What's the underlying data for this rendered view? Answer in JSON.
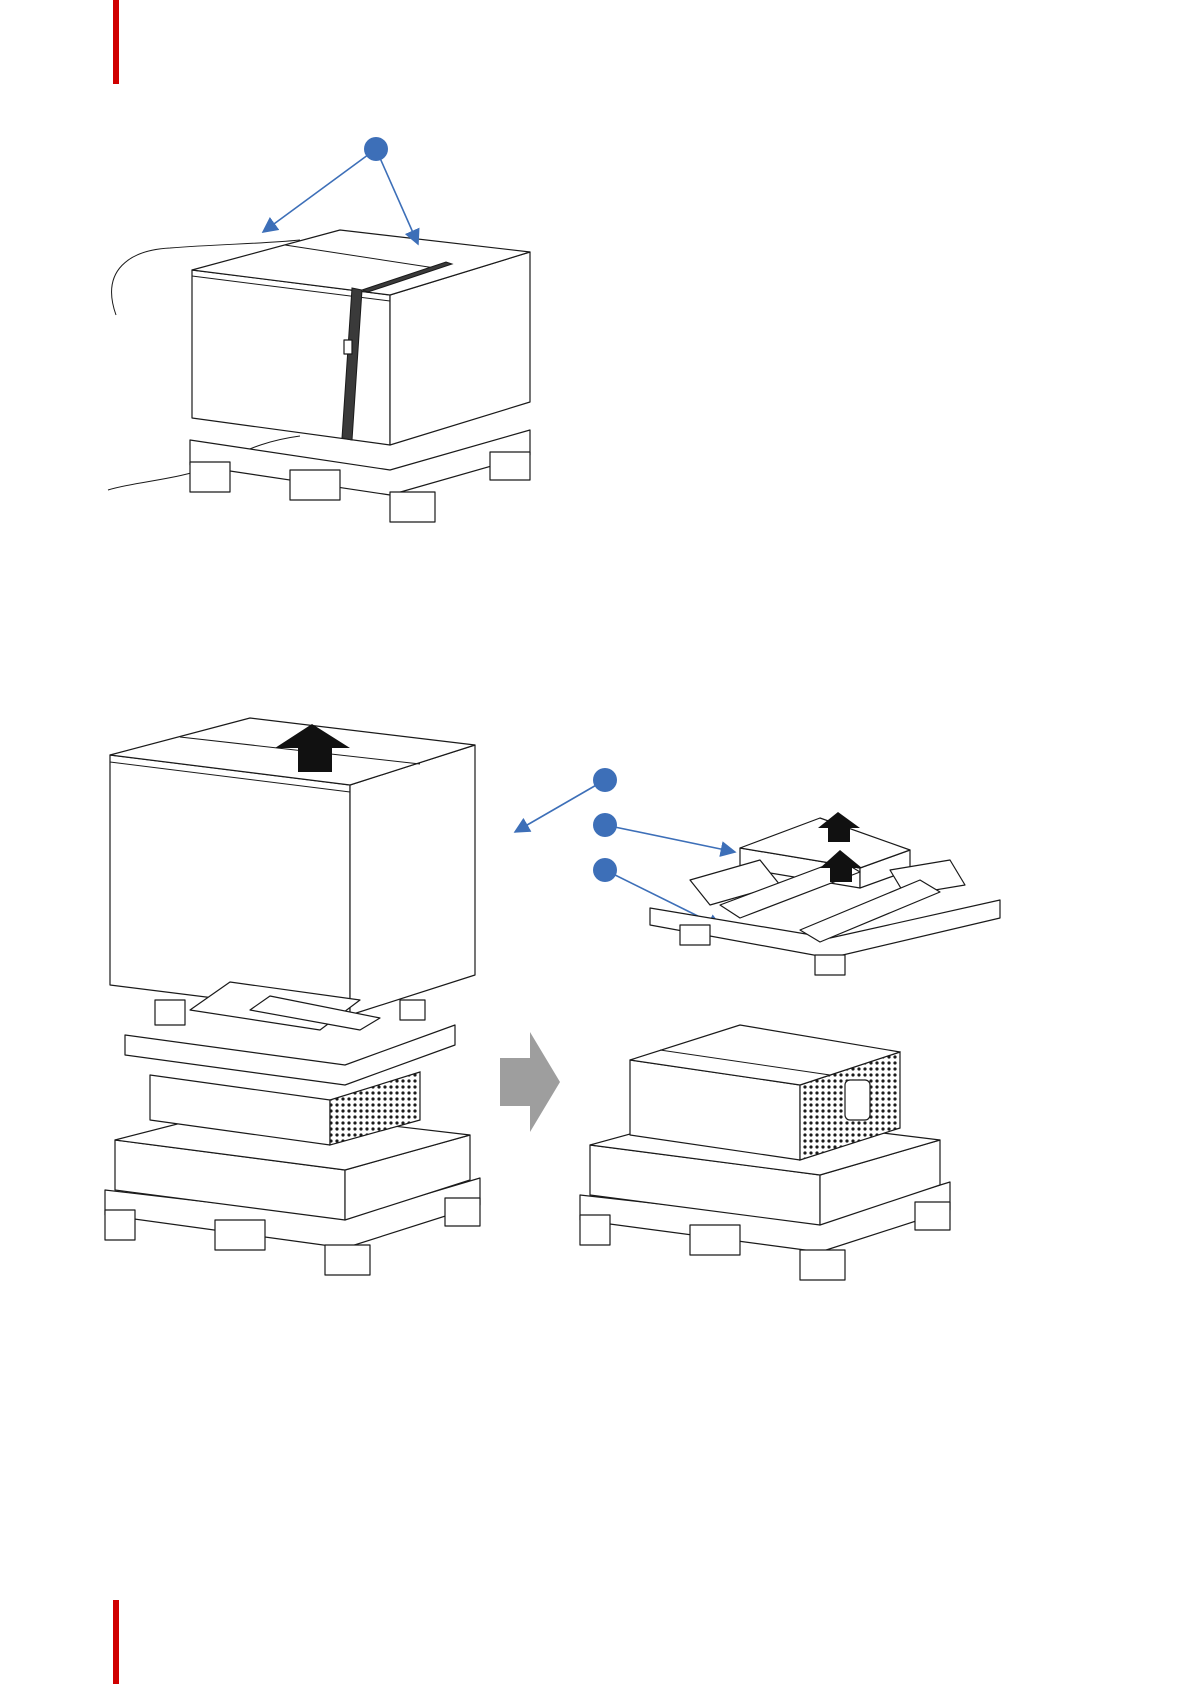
{
  "page": {
    "accent_color": "#d00000",
    "callout_color": "#3d6fb8"
  },
  "figures": {
    "figure1": {
      "icon": "strapped-pallet-box",
      "callouts": 1
    },
    "figure2": {
      "icons": [
        "lifting-arrow-icon",
        "gray-arrow-icon"
      ],
      "callouts": 3
    }
  }
}
